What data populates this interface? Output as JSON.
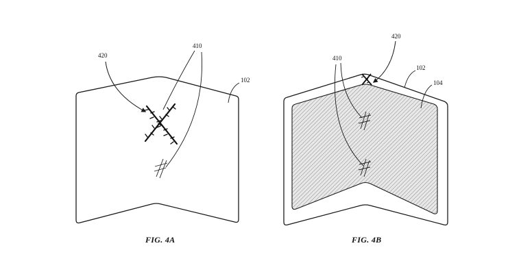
{
  "figures": [
    {
      "caption": "FIG. 4A",
      "labels": {
        "crease": "420",
        "scratch": "410",
        "device": "102"
      }
    },
    {
      "caption": "FIG. 4B",
      "labels": {
        "crease": "420",
        "scratch": "410",
        "device": "102",
        "display": "104"
      }
    }
  ],
  "colors": {
    "line": "#1a1a1a",
    "hatch": "#8a8a8a",
    "fill": "#e6e6e6"
  }
}
